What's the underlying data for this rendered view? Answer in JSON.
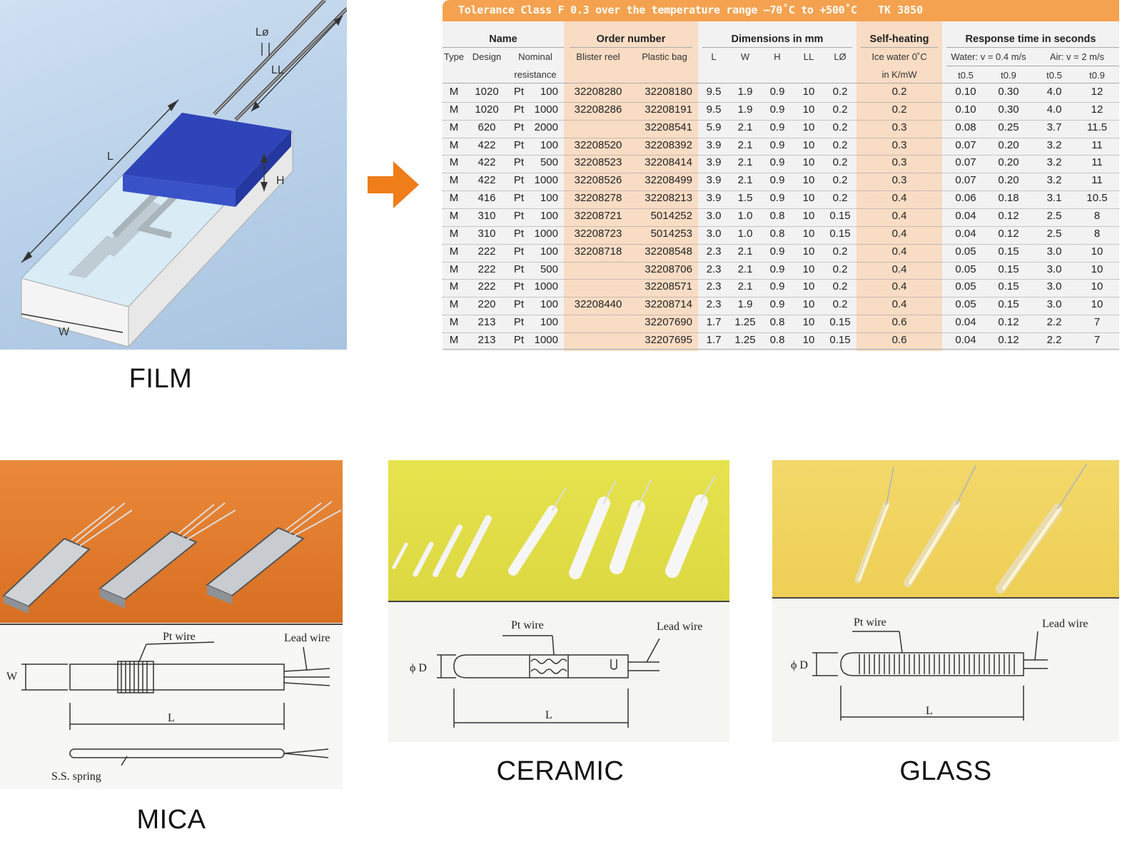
{
  "captions": {
    "film": "FILM",
    "mica": "MICA",
    "ceramic": "CERAMIC",
    "glass": "GLASS"
  },
  "film_diagram": {
    "labels": {
      "l_phi": "Lø",
      "ll": "LL",
      "l": "L",
      "h": "H",
      "w": "W"
    }
  },
  "table": {
    "title": "Tolerance Class F 0.3 over the temperature range –70˚C to +500˚C",
    "tk": "TK 3850",
    "groups": {
      "name": "Name",
      "order": "Order number",
      "dims": "Dimensions in mm",
      "selfheat": "Self-heating",
      "response": "Response time in seconds"
    },
    "subheaders": {
      "type": "Type",
      "design": "Design",
      "nominal1": "Nominal",
      "nominal2": "resistance",
      "blister": "Blister reel",
      "plastic": "Plastic bag",
      "L": "L",
      "W": "W",
      "H": "H",
      "LL": "LL",
      "LO": "LØ",
      "icewater1": "Ice water 0˚C",
      "icewater2": "in K/mW",
      "water": "Water: v = 0.4 m/s",
      "air": "Air: v = 2 m/s",
      "t05a": "t0.5",
      "t09a": "t0.9",
      "t05b": "t0.5",
      "t09b": "t0.9"
    },
    "rows": [
      [
        "M",
        "1020",
        "Pt",
        "100",
        "32208280",
        "32208180",
        "9.5",
        "1.9",
        "0.9",
        "10",
        "0.2",
        "0.2",
        "0.10",
        "0.30",
        "4.0",
        "12"
      ],
      [
        "M",
        "1020",
        "Pt",
        "1000",
        "32208286",
        "32208191",
        "9.5",
        "1.9",
        "0.9",
        "10",
        "0.2",
        "0.2",
        "0.10",
        "0.30",
        "4.0",
        "12"
      ],
      [
        "M",
        "620",
        "Pt",
        "2000",
        "",
        "32208541",
        "5.9",
        "2.1",
        "0.9",
        "10",
        "0.2",
        "0.3",
        "0.08",
        "0.25",
        "3.7",
        "11.5"
      ],
      [
        "M",
        "422",
        "Pt",
        "100",
        "32208520",
        "32208392",
        "3.9",
        "2.1",
        "0.9",
        "10",
        "0.2",
        "0.3",
        "0.07",
        "0.20",
        "3.2",
        "11"
      ],
      [
        "M",
        "422",
        "Pt",
        "500",
        "32208523",
        "32208414",
        "3.9",
        "2.1",
        "0.9",
        "10",
        "0.2",
        "0.3",
        "0.07",
        "0.20",
        "3.2",
        "11"
      ],
      [
        "M",
        "422",
        "Pt",
        "1000",
        "32208526",
        "32208499",
        "3.9",
        "2.1",
        "0.9",
        "10",
        "0.2",
        "0.3",
        "0.07",
        "0.20",
        "3.2",
        "11"
      ],
      [
        "M",
        "416",
        "Pt",
        "100",
        "32208278",
        "32208213",
        "3.9",
        "1.5",
        "0.9",
        "10",
        "0.2",
        "0.4",
        "0.06",
        "0.18",
        "3.1",
        "10.5"
      ],
      [
        "M",
        "310",
        "Pt",
        "100",
        "32208721",
        "5014252",
        "3.0",
        "1.0",
        "0.8",
        "10",
        "0.15",
        "0.4",
        "0.04",
        "0.12",
        "2.5",
        "8"
      ],
      [
        "M",
        "310",
        "Pt",
        "1000",
        "32208723",
        "5014253",
        "3.0",
        "1.0",
        "0.8",
        "10",
        "0.15",
        "0.4",
        "0.04",
        "0.12",
        "2.5",
        "8"
      ],
      [
        "M",
        "222",
        "Pt",
        "100",
        "32208718",
        "32208548",
        "2.3",
        "2.1",
        "0.9",
        "10",
        "0.2",
        "0.4",
        "0.05",
        "0.15",
        "3.0",
        "10"
      ],
      [
        "M",
        "222",
        "Pt",
        "500",
        "",
        "32208706",
        "2.3",
        "2.1",
        "0.9",
        "10",
        "0.2",
        "0.4",
        "0.05",
        "0.15",
        "3.0",
        "10"
      ],
      [
        "M",
        "222",
        "Pt",
        "1000",
        "",
        "32208571",
        "2.3",
        "2.1",
        "0.9",
        "10",
        "0.2",
        "0.4",
        "0.05",
        "0.15",
        "3.0",
        "10"
      ],
      [
        "M",
        "220",
        "Pt",
        "100",
        "32208440",
        "32208714",
        "2.3",
        "1.9",
        "0.9",
        "10",
        "0.2",
        "0.4",
        "0.05",
        "0.15",
        "3.0",
        "10"
      ],
      [
        "M",
        "213",
        "Pt",
        "100",
        "",
        "32207690",
        "1.7",
        "1.25",
        "0.8",
        "10",
        "0.15",
        "0.6",
        "0.04",
        "0.12",
        "2.2",
        "7"
      ],
      [
        "M",
        "213",
        "Pt",
        "1000",
        "",
        "32207695",
        "1.7",
        "1.25",
        "0.8",
        "10",
        "0.15",
        "0.6",
        "0.04",
        "0.12",
        "2.2",
        "7"
      ]
    ]
  },
  "mica_diagram": {
    "pt_wire": "Pt wire",
    "lead_wire": "Lead wire",
    "w": "W",
    "l": "L",
    "spring": "S.S. spring"
  },
  "ceramic_diagram": {
    "pt_wire": "Pt wire",
    "lead_wire": "Lead wire",
    "d": "ϕ D",
    "l": "L"
  },
  "glass_diagram": {
    "pt_wire": "Pt wire",
    "lead_wire": "Lead wire",
    "d": "ϕ D",
    "l": "L"
  },
  "colors": {
    "table_header": "#f4a24f",
    "table_highlight": "#f8dcc4",
    "arrow": "#ef7d1a",
    "film_bg": "#b7cfe8",
    "film_cap": "#2e44b8"
  }
}
